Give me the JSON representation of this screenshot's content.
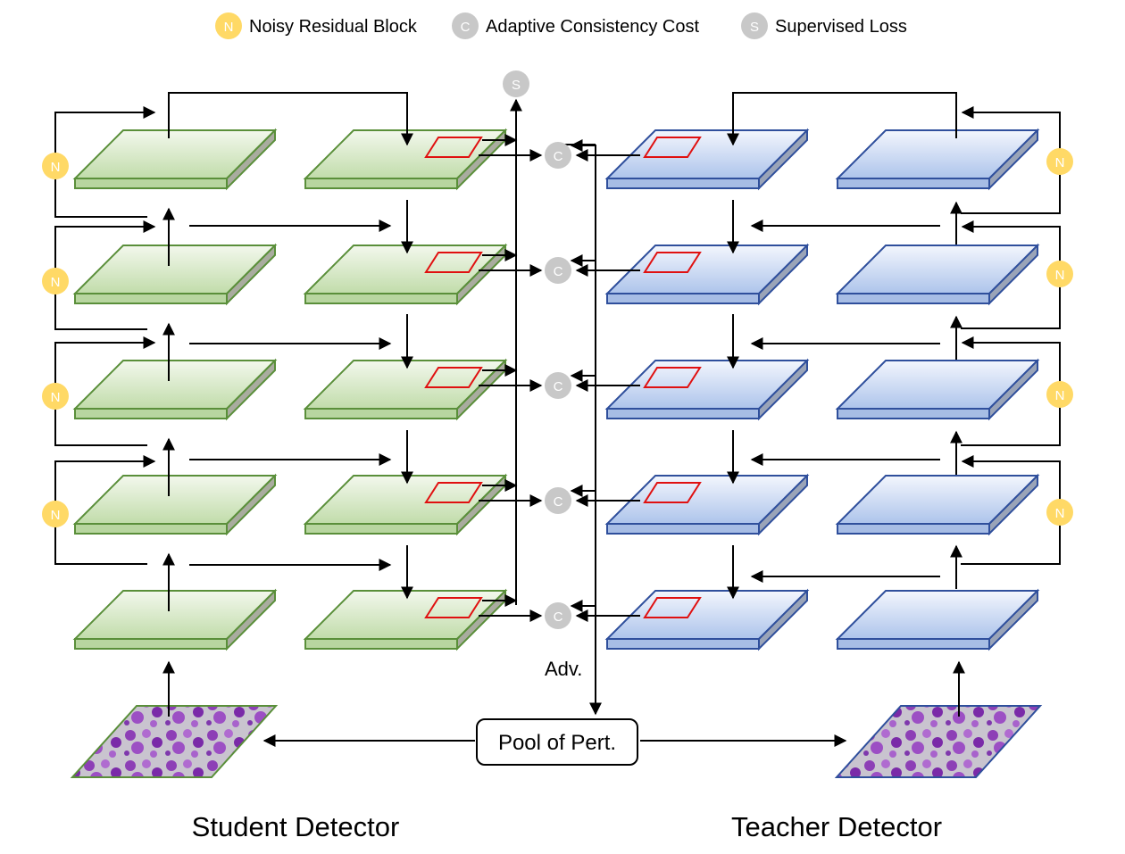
{
  "legend": [
    {
      "marker": "N",
      "label": "Noisy Residual Block",
      "color": "#ffd966"
    },
    {
      "marker": "C",
      "label": "Adaptive Consistency Cost",
      "color": "#c8c8c8"
    },
    {
      "marker": "S",
      "label": "Supervised Loss",
      "color": "#c8c8c8"
    }
  ],
  "markers": {
    "supervised": "S",
    "consistency": "C",
    "noisy": "N"
  },
  "labels": {
    "adv": "Adv.",
    "pool": "Pool of Pert.",
    "student": "Student Detector",
    "teacher": "Teacher Detector"
  },
  "colors": {
    "student_fill_top": "#f1f7ea",
    "student_fill_bottom": "#c5dfb0",
    "student_stroke": "#5a8f3a",
    "student_side": "#a9ac9f",
    "teacher_fill_top": "#f1f5fc",
    "teacher_fill_bottom": "#b3c9ec",
    "teacher_stroke": "#2f4f9c",
    "teacher_side": "#9aa4b8",
    "roi_box": "#e01010",
    "noisy_marker": "#ffd966",
    "cost_marker": "#c8c8c8",
    "arrow": "#000000"
  },
  "image_icons": [
    "cell-image-icon",
    "cell-image-icon"
  ]
}
